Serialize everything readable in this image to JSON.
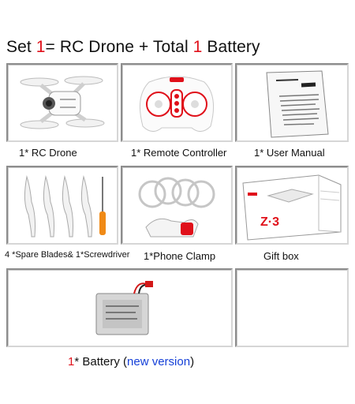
{
  "header": {
    "prefix": "Set ",
    "set_number": "1",
    "middle": "= RC Drone + Total ",
    "battery_count": "1",
    "suffix": " Battery"
  },
  "items": [
    {
      "caption": "1* RC Drone",
      "icon": "drone-image"
    },
    {
      "caption": "1* Remote Controller",
      "icon": "remote-controller-image"
    },
    {
      "caption": "1* User Manual",
      "icon": "user-manual-image"
    },
    {
      "caption": "4 *Spare Blades& 1*Screwdriver",
      "icon": "spare-blades-image"
    },
    {
      "caption": "1*Phone Clamp",
      "icon": "phone-clamp-image"
    },
    {
      "caption": "Gift box",
      "icon": "gift-box-image"
    }
  ],
  "battery": {
    "count": "1",
    "label": "* Battery (",
    "version": "new version",
    "close": ")",
    "icon": "battery-image"
  },
  "colors": {
    "accent_red": "#e0101a",
    "accent_blue": "#1540d8"
  }
}
